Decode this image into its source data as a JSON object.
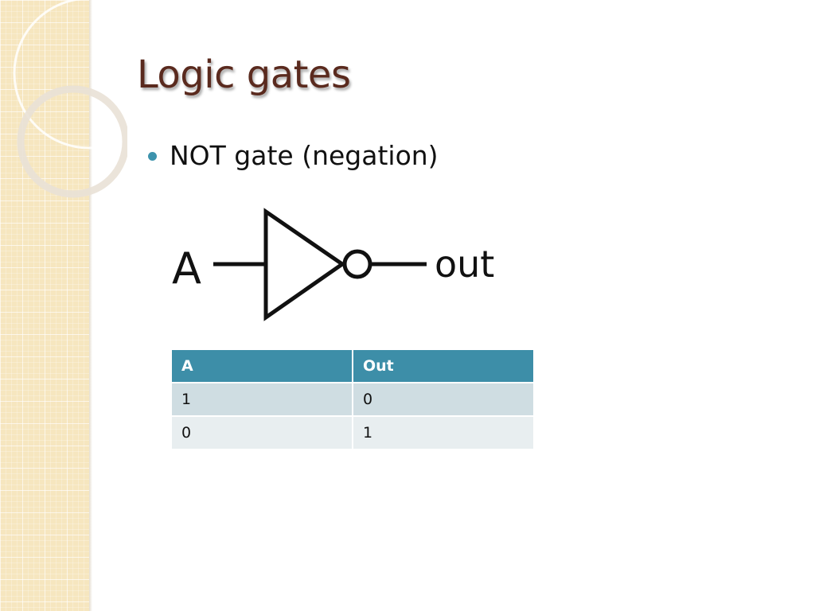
{
  "slide": {
    "title": "Logic gates",
    "bullet": "NOT gate (negation)"
  },
  "diagram": {
    "input_label": "A",
    "output_label": "out"
  },
  "table": {
    "headers": [
      "A",
      "Out"
    ],
    "rows": [
      [
        "1",
        "0"
      ],
      [
        "0",
        "1"
      ]
    ]
  },
  "colors": {
    "title": "#5a2a1e",
    "accent": "#3d8ea8",
    "bullet": "#3d93ad",
    "row_odd": "#cfdde2",
    "row_even": "#e8eef0",
    "side_strip": "#f6e6bf"
  }
}
